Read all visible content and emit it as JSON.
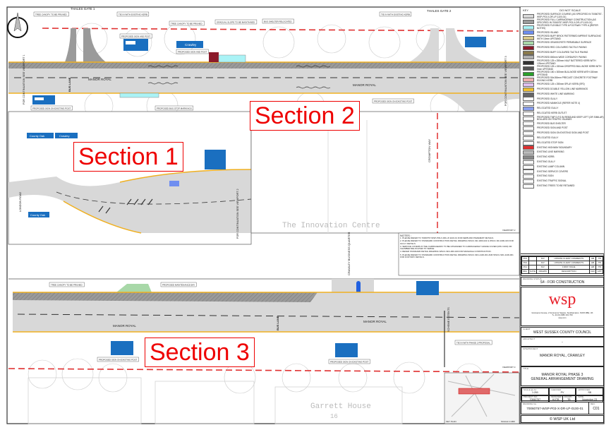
{
  "sections": [
    "Section 1",
    "Section 2",
    "Section 3"
  ],
  "road_names": {
    "manor_royal": "MANOR ROYAL",
    "london_road": "LONDON ROAD",
    "crompton_way": "CROMPTON WAY",
    "crawley_bq": "CRAWLEY BUSINESS QUARTER",
    "scheme_extents": "SCHEME EXTENTS",
    "thales_gate_1": "THALES GATE 1",
    "thales_gate_2": "THALES GATE 2"
  },
  "buildings": {
    "innovation_centre": "The Innovation Centre",
    "garrett_house": "Garrett House",
    "garrett_no": "16"
  },
  "continuation": {
    "vp1": "FOR CONTINUATION SEE VIEWPORT 1",
    "vp2": "FOR CONTINUATION SEE VIEWPORT 2",
    "vp3": "FOR CONTINUATION SEE VIEWPORT 3"
  },
  "callouts": {
    "tree_canopy": "TREE CANOPY TO BE PRUNED",
    "tie_in": "TIE IN WITH EXISTING KERB",
    "sign_post": "PROPOSED SIGN AND POST",
    "sign_existing": "PROPOSED SIGN ON EXISTING POST",
    "bus_shelter": "BUS SHELTER RELOCATED",
    "gradual_slope": "GRADUAL SLOPE TO BE MAINTAINED",
    "maintenance_bay": "PROPOSED MAINTENANCE BAY",
    "tie_in_phase2": "TIE IN WITH PHASE 2 PROPOSAL",
    "bus_stop": "PROPOSED BUS STOP MARKINGS",
    "county_oak": "County Oak",
    "crawley": "Crawley",
    "bus_lane": "BUS LANE"
  },
  "notes": {
    "title": "NOTES :",
    "items": [
      "1. PLEASE REFER TO 70060757-WSP-P03-X-DR-LP-1100-01 FOR KERB AND PAVEMENT DETAILS.",
      "2. PLEASE REFER TO STANDARD CONSTRUCTION DETAIL DRAWING WSCC-SD-1000-022 & WSCC-SD-1000-023 FOR GULLY DETAILS.",
      "3. SERVICE COVERS IN THE CARRIAGEWAY TO BE UPGRADED TO CARRIAGEWAY GRADE COVER (MIN. D400) OR CHAMBER RELOCATED TO VERGE.",
      "4. REFER STANDARD DETAIL DRAWING WSCC-SD1-000-020 FOR MANHOLE CONSTRUCTION.",
      "5. PLEASE REFER TO STANDARD CONSTRUCTION DETAIL DRAWING WSCC-SD1-1100-001 AND WSCC-SD1-1100-001 FOR FOOTWAY DETAILS."
    ]
  },
  "viewports": {
    "vp2": "VIEWPORT 2",
    "vp3": "VIEWPORT 3",
    "key_plan": "KEY PLAN",
    "scale": "SCALE 1:1000"
  },
  "key": {
    "title": "KEY",
    "do_not_scale": "DO NOT SCALE",
    "items": [
      {
        "label": "PROPOSED SURFACE COURSE (AS SPECIFIED IN 70060757-WSP-P03-X-DR-LP-1100-01)",
        "color": "#d8d8d8"
      },
      {
        "label": "PROPOSED FULL CARRIAGEWAY CONSTRUCTION (AS SPECIFIED IN 70060757-WSP-P03-X-DR-LP-1100-01)",
        "color": "#9a9a9a"
      },
      {
        "label": "PROPOSED FLEXIBLE TYPE A FOOTWAY TYPE A (REFER NOTES)",
        "color": "#aaf3f6"
      },
      {
        "label": "PROPOSED ISLAND",
        "color": "#6f8ef0"
      },
      {
        "label": "PROPOSED BUFF BRICK PATTERNED IMPRINT SURFACING WITH 10mm UPSTAND",
        "color": "#d8c88a"
      },
      {
        "label": "PROPOSED GRASSCRETE PERMEABLE SURFACE",
        "color": "#a8d8a8"
      },
      {
        "label": "PROPOSED RED COLOURED TACTILE PAVING",
        "color": "#8b1a2a"
      },
      {
        "label": "PROPOSED BUFF COLOURED TACTILE PAVING",
        "color": "#8a7a4a"
      },
      {
        "label": "PROPOSED 800mm WIDE CORDUROY PAVING",
        "color": "#b0b0b0"
      },
      {
        "label": "PROPOSED 125 x 255mm HALF BATTERED KERB WITH 125mm UPSTAND",
        "color": "#333333"
      },
      {
        "label": "PROPOSED 125 x 150mm DROPPED BULLNOSE KERB WITH 0mm UPSTAND",
        "color": "#555555"
      },
      {
        "label": "PROPOSED 150 x 305mm BULLNOSE KERB WITH 150mm UPSTAND",
        "color": "#2aa02a"
      },
      {
        "label": "PROPOSED 50x150mm PRECAST CONCRETE FOOTWAY EDGING KERB",
        "color": "#f0b0b0"
      },
      {
        "label": "PROPOSED 125 x 255mm SPLAY KERB (SP2)",
        "color": "#e0c0f0"
      },
      {
        "label": "PROPOSED DOUBLE YELLOW LINE MARKINGS",
        "color": "#f0c030"
      },
      {
        "label": "PROPOSED WHITE LINE MARKING",
        "color": "#666666"
      },
      {
        "label": "PROPOSED GULLY",
        "color": "#ffffff"
      },
      {
        "label": "PROPOSED MANHOLE (REFER NOTE 4)",
        "color": "#ffffff"
      },
      {
        "label": "RELOCATED GULLY",
        "color": "#8aa0f0"
      },
      {
        "label": "RELOCATED KERB OUTLET",
        "color": "#ffffff"
      },
      {
        "label": "PROPOSED TMP D.F.S IN REBOUND KEEP LEFT (OR SIMILAR) BOLLARD ON TRAFFIC ISLANDS",
        "color": "#ffffff"
      },
      {
        "label": "PROPOSED BUS SHELTER",
        "color": "#ffffff"
      },
      {
        "label": "PROPOSED SIGN AND POST",
        "color": "#ffffff"
      },
      {
        "label": "PROPOSED SIGN ON EXISTING SIGN AND POST",
        "color": "#ffffff"
      },
      {
        "label": "RELOCATED GULLY",
        "color": "#ffffff"
      },
      {
        "label": "RELOCATED STOP SIGN",
        "color": "#ffffff"
      },
      {
        "label": "EXISTING HIGHWAY BOUNDARY",
        "color": "#e03030"
      },
      {
        "label": "EXISTING LINE MARKING",
        "color": "#bbbbbb"
      },
      {
        "label": "EXISTING KERB",
        "color": "#888888"
      },
      {
        "label": "EXISTING GULLY",
        "color": "#ffffff"
      },
      {
        "label": "EXISTING LAMP COLUMN",
        "color": "#ffffff"
      },
      {
        "label": "EXISTING SERVICE COVERS",
        "color": "#ffffff"
      },
      {
        "label": "EXISTING SIGN",
        "color": "#ffffff"
      },
      {
        "label": "EXISTING TRAFFIC SIGNAL",
        "color": "#ffffff"
      },
      {
        "label": "EXISTING TREES TO BE RETAINED",
        "color": "#ffffff"
      }
    ]
  },
  "revisions": {
    "header": [
      "REV",
      "DATE",
      "DRAWN",
      "DESCRIPTION",
      "CHK",
      "APP"
    ],
    "rows": [
      [
        "P03",
        "",
        "N/V",
        "UPDATE CLIENT COMMENTS",
        "HB",
        "TB"
      ],
      [
        "P02",
        "",
        "N/V",
        "UPDATE CLIENT COMMENTS",
        "HB",
        "TB"
      ],
      [
        "P01",
        "",
        "N/V",
        "FIRST ISSUE",
        "HB",
        "TB"
      ]
    ]
  },
  "title_block": {
    "drawing_status_label": "DRAWING STATUS",
    "drawing_status": "S4 - FOR CONSTRUCTION",
    "company": "wsp",
    "address": "Grosvenor House, 2 Grosvenor Square, Southampton, SO15 2BE, UK",
    "phone": "T+ 44 (0) 2380 101 700",
    "web": "wsp.com",
    "client_label": "CLIENT",
    "client": "WEST SUSSEX COUNTY COUNCIL",
    "architect_label": "ARCHITECT",
    "architect": "-",
    "project_label": "SITE/PROJECT",
    "project": "MANOR ROYAL, CRAWLEY",
    "title_label": "TITLE",
    "title_line1": "MANOR ROYAL PHASE 3",
    "title_line2": "GENERAL ARRANGEMENT DRAWING",
    "scale_label": "SCALE @ A1",
    "scale": "1:250",
    "checked_label": "CHECKED",
    "checked": "PV",
    "approved_label": "APPROVED",
    "approved": "SB",
    "project_no_label": "PROJECT NO.",
    "project_no": "70060757",
    "designed_label": "DESIGNED",
    "designed": "HJ/TB",
    "drawn_label": "DRAWN",
    "drawn": "TB",
    "date_label": "DATE",
    "date": "November 23",
    "drawing_no_label": "DRAWING No.",
    "drawing_no": "70060757-WSP-P03-X-DR-LP-0100-01",
    "rev_label": "REV.",
    "rev": "C01",
    "copyright": "© WSP UK Ltd"
  },
  "colors": {
    "section_label": "#e00000",
    "boundary": "#e03030",
    "carriageway": "#d8d8d8",
    "full_construction": "#9a9a9a",
    "yellow_line": "#f0b020",
    "sign_blue": "#1a6fc0",
    "wsp_red": "#e8202a"
  }
}
